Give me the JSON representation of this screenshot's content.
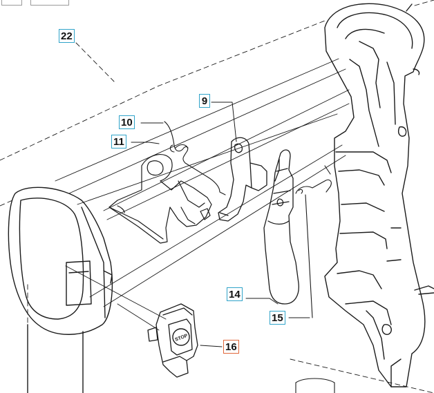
{
  "diagram": {
    "callouts": [
      {
        "id": "c22",
        "label": "22",
        "highlight": false
      },
      {
        "id": "c10",
        "label": "10",
        "highlight": false
      },
      {
        "id": "c11",
        "label": "11",
        "highlight": false
      },
      {
        "id": "c9",
        "label": "9",
        "highlight": false
      },
      {
        "id": "c14",
        "label": "14",
        "highlight": false
      },
      {
        "id": "c15",
        "label": "15",
        "highlight": false
      },
      {
        "id": "c16",
        "label": "16",
        "highlight": true
      }
    ],
    "switch_logo": "STOP",
    "colors": {
      "callout_border": "#2fa3c9",
      "callout_highlight_border": "#e0663a",
      "line": "#1a1a1a"
    }
  }
}
